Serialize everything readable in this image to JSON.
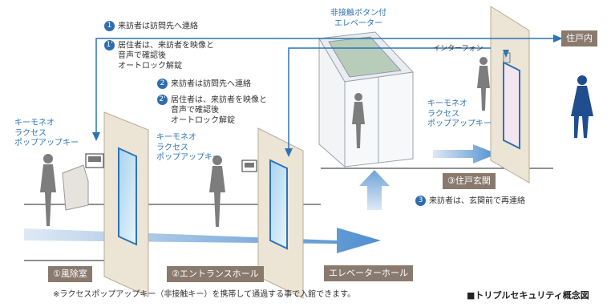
{
  "steps": [
    {
      "badge": "1",
      "text": "来訪者は訪問先へ連絡"
    },
    {
      "badge": "1'",
      "lines": [
        "居住者は、来訪者を映像と",
        "音声で確認後",
        "オートロック解錠"
      ]
    },
    {
      "badge": "2",
      "text": "来訪者は訪問先へ連絡"
    },
    {
      "badge": "2'",
      "lines": [
        "居住者は、来訪者を映像と",
        "音声で確認後",
        "オートロック解錠"
      ]
    },
    {
      "badge": "3",
      "text": "来訪者は、玄関前で再連絡"
    }
  ],
  "key_labels": [
    [
      "キーモネオ",
      "ラクセス",
      "ポップアップキー"
    ],
    [
      "キーモネオ",
      "ラクセス",
      "ポップアップキー"
    ],
    [
      "キーモネオ",
      "ラクセス",
      "ポップアップキー"
    ]
  ],
  "elevator_label": [
    "非接触ボタン付",
    "エレベーター"
  ],
  "intercom_label": "インターフォン",
  "zones": {
    "windbreak": "①風除室",
    "entrance": "②エントランスホール",
    "elevator_hall": "エレベーターホール",
    "front_door": "③住戸玄関",
    "inside": "住戸内"
  },
  "footnote": "※ラクセスポップアップキー（非接触キー）を携帯して通過する事で入館できます。",
  "title": "■トリプルセキュリティ概念図",
  "colors": {
    "blue": "#2f73b5",
    "label_bg": "#8a7a6e",
    "wall": "#ece4d4"
  }
}
